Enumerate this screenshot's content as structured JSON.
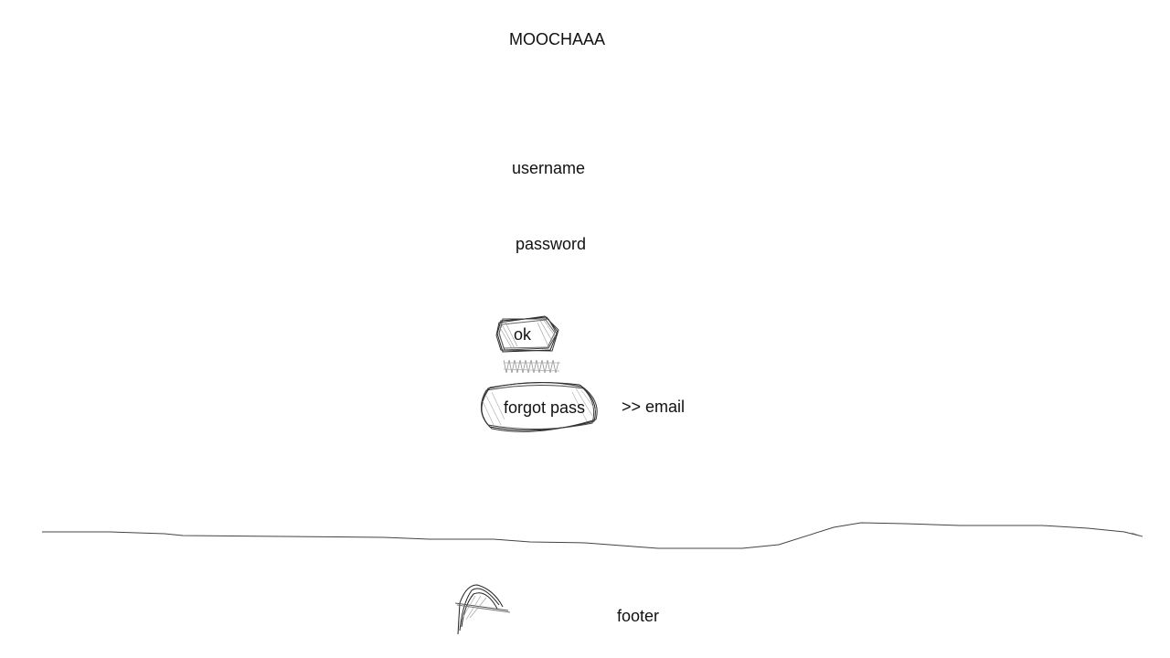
{
  "header": {
    "title": "MOOCHAAA"
  },
  "login_form": {
    "username_label": "username",
    "password_label": "password",
    "ok_button_label": "ok",
    "forgot_button_label": "forgot pass",
    "forgot_hint": ">> email"
  },
  "footer": {
    "label": "footer",
    "icon": "sketch-mark-icon"
  },
  "colors": {
    "ink": "#111111",
    "pencil": "#555555",
    "background": "#ffffff"
  }
}
